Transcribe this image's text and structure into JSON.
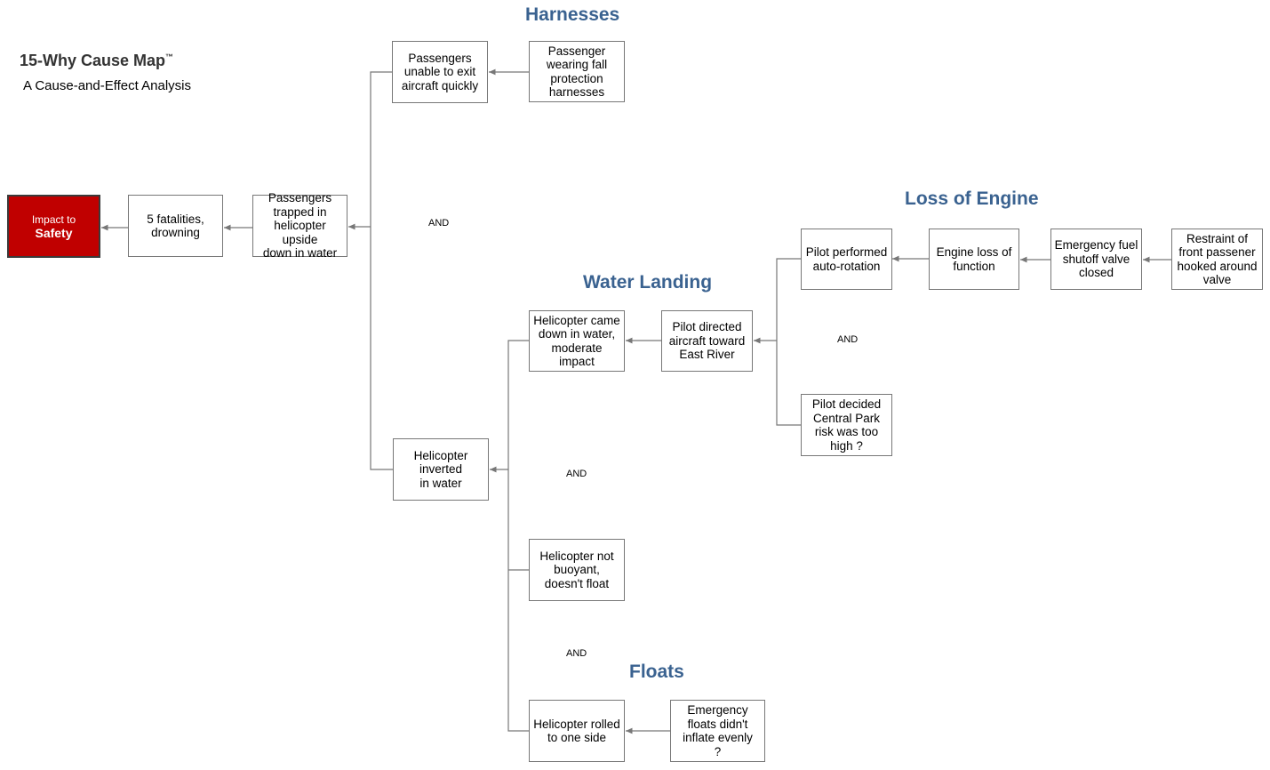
{
  "title": "15-Why Cause Map",
  "trademark": "™",
  "subtitle": "A Cause-and-Effect Analysis",
  "impact": {
    "line1": "Impact to",
    "line2": "Safety",
    "color": "#c00000"
  },
  "categories": {
    "harnesses": "Harnesses",
    "loss_of_engine": "Loss of Engine",
    "water_landing": "Water Landing",
    "floats": "Floats"
  },
  "and_label": "AND",
  "boxes": {
    "fatalities": "5 fatalities,\ndrowning",
    "trapped": "Passengers\ntrapped in\nhelicopter upside\ndown in water",
    "unable_exit": "Passengers\nunable to exit\naircraft quickly",
    "harness": "Passenger\nwearing fall\nprotection\nharnesses",
    "inverted": "Helicopter\ninverted\nin water",
    "came_down": "Helicopter came\ndown in water,\nmoderate impact",
    "directed": "Pilot directed\naircraft toward\nEast River",
    "autorotation": "Pilot performed\nauto-rotation",
    "engine_loss": "Engine loss of\nfunction",
    "fuel_valve": "Emergency fuel\nshutoff valve\nclosed",
    "restraint": "Restraint of\nfront passener\nhooked around\nvalve",
    "central_park": "Pilot decided\nCentral Park\nrisk was too\nhigh ?",
    "not_buoyant": "Helicopter not\nbuoyant,\ndoesn't float",
    "rolled": "Helicopter rolled\nto one side",
    "floats_failed": "Emergency\nfloats didn't\ninflate evenly\n?"
  },
  "colors": {
    "category": "#3a6290",
    "connector": "#777777",
    "box_border": "#777777"
  }
}
